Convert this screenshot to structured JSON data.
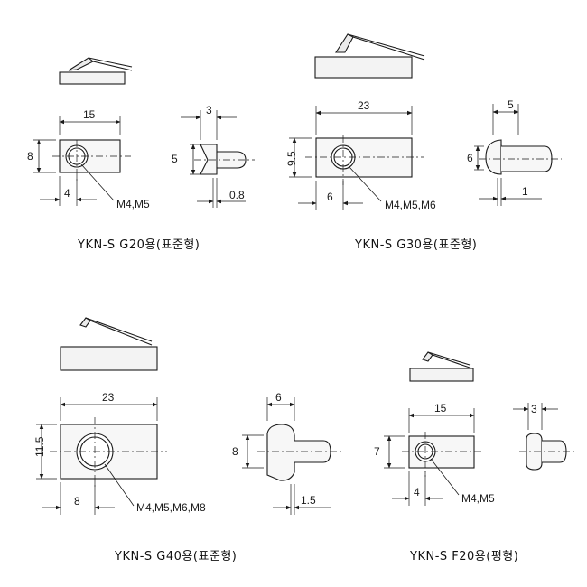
{
  "captions": {
    "g20": "YKN-S G20용(표준형)",
    "g30": "YKN-S G30용(표준형)",
    "g40": "YKN-S G40용(표준형)",
    "f20": "YKN-S F20용(평형)"
  },
  "dims": {
    "g20": {
      "width": "15",
      "height": "8",
      "offset": "4",
      "thread": "M4,M5",
      "side_width": "3",
      "side_height": "5",
      "side_gap": "0.8"
    },
    "g30": {
      "width": "23",
      "height": "9.5",
      "offset": "6",
      "thread": "M4,M5,M6",
      "side_width": "5",
      "side_height": "6",
      "side_gap": "1"
    },
    "g40": {
      "width": "23",
      "height": "11.5",
      "offset": "8",
      "thread": "M4,M5,M6,M8",
      "side_width": "6",
      "side_height": "8",
      "side_gap": "1.5"
    },
    "f20": {
      "width": "15",
      "height": "7",
      "offset": "4",
      "thread": "M4,M5",
      "side_width": "3"
    }
  }
}
